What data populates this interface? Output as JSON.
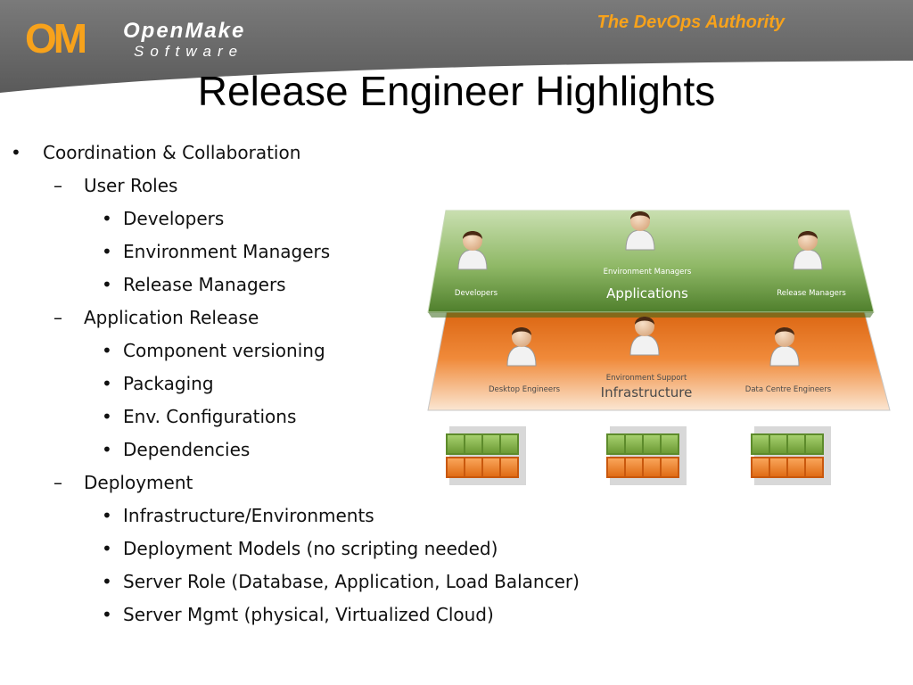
{
  "header": {
    "logo_text": "OM",
    "logo_name": "OpenMake",
    "logo_sub": "Software",
    "tagline": "The DevOps Authority"
  },
  "slide": {
    "title": "Release Engineer Highlights"
  },
  "outline": [
    {
      "level": 1,
      "marker": "•",
      "text": "Coordination & Collaboration"
    },
    {
      "level": 2,
      "marker": "–",
      "text": "User Roles"
    },
    {
      "level": 3,
      "marker": "•",
      "text": "Developers"
    },
    {
      "level": 3,
      "marker": "•",
      "text": "Environment Managers"
    },
    {
      "level": 3,
      "marker": "•",
      "text": "Release Managers"
    },
    {
      "level": 2,
      "marker": "–",
      "text": "Application Release"
    },
    {
      "level": 3,
      "marker": "•",
      "text": "Component versioning"
    },
    {
      "level": 3,
      "marker": "•",
      "text": "Packaging"
    },
    {
      "level": 3,
      "marker": "•",
      "text": "Env. Configurations"
    },
    {
      "level": 3,
      "marker": "•",
      "text": "Dependencies"
    },
    {
      "level": 2,
      "marker": "–",
      "text": "Deployment"
    },
    {
      "level": 3,
      "marker": "•",
      "text": "Infrastructure/Environments"
    },
    {
      "level": 3,
      "marker": "•",
      "text": "Deployment Models (no scripting needed)"
    },
    {
      "level": 3,
      "marker": "•",
      "text": "Server Role (Database, Application, Load Balancer)"
    },
    {
      "level": 3,
      "marker": "•",
      "text": "Server Mgmt (physical, Virtualized Cloud)"
    }
  ],
  "diagram": {
    "applications_layer": {
      "label": "Applications",
      "roles": [
        "Developers",
        "Environment Managers",
        "Release Managers"
      ]
    },
    "infrastructure_layer": {
      "label": "Infrastructure",
      "roles": [
        "Desktop Engineers",
        "Environment Support",
        "Data Centre Engineers"
      ]
    },
    "colors": {
      "green": "#6a9a3e",
      "orange": "#e8731c",
      "header_gray": "#6b6b6b",
      "brand_orange": "#f7a21b"
    }
  }
}
